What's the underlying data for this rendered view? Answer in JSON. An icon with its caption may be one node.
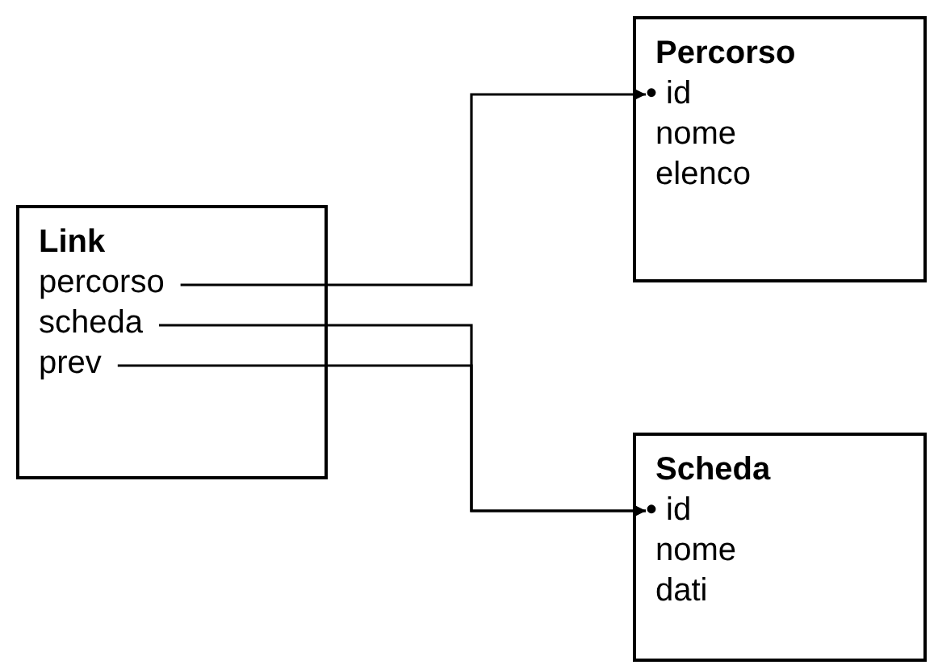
{
  "diagram": {
    "nodes": [
      {
        "text": [
          "Link"
        ]
      },
      {
        "text": [
          "percorso"
        ],
        "in": 0
      },
      {
        "text": [
          "scheda"
        ],
        "in": 0
      },
      {
        "text": [
          "prev"
        ],
        "in": 0
      },
      {
        "text": [
          "Percorso"
        ]
      },
      {
        "text": [
          "• id"
        ],
        "in": 4
      },
      {
        "text": [
          "nome"
        ],
        "in": 4
      },
      {
        "text": [
          "elenco"
        ],
        "in": 4
      },
      {
        "text": [
          "Scheda"
        ]
      },
      {
        "text": [
          "• id"
        ],
        "in": 8
      },
      {
        "text": [
          "nome"
        ],
        "in": 8
      },
      {
        "text": [
          "dati"
        ],
        "in": 8
      }
    ],
    "edges": [
      {
        "from": 1,
        "to": 5,
        "arrow": "to"
      },
      {
        "from": 2,
        "to": 9,
        "arrow": "to"
      },
      {
        "from": 3,
        "to": 9,
        "arrow": "to"
      }
    ]
  }
}
